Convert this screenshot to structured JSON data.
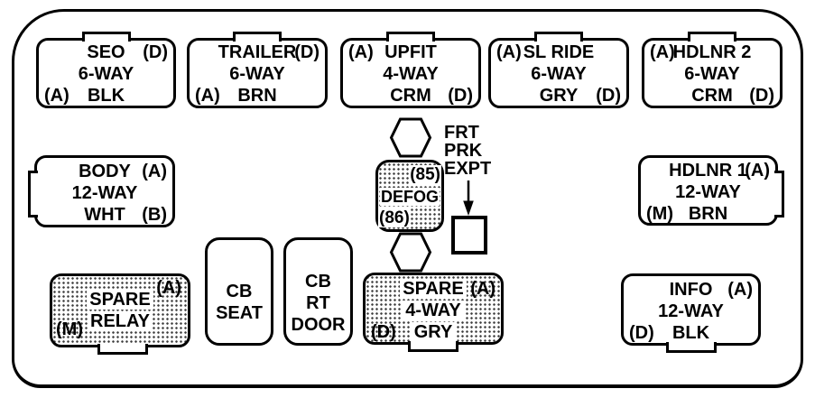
{
  "title": "Center instrument panel fuse block connector diagram",
  "colors": {
    "line": "#000000",
    "background": "#ffffff"
  },
  "blocks": {
    "seo": {
      "l1": "SEO",
      "l1r": "(D)",
      "l2": "6-WAY",
      "l3l": "(A)",
      "l3": "BLK"
    },
    "trailer": {
      "l1": "TRAILER",
      "l1r": "(D)",
      "l2": "6-WAY",
      "l3l": "(A)",
      "l3": "BRN"
    },
    "upfit": {
      "l1l": "(A)",
      "l1": "UPFIT",
      "l2": "4-WAY",
      "l3": "CRM",
      "l3r": "(D)"
    },
    "sl_ride": {
      "l1l": "(A)",
      "l1": "SL RIDE",
      "l2": "6-WAY",
      "l3": "GRY",
      "l3r": "(D)"
    },
    "hdlnr2": {
      "l1l": "(A)",
      "l1": "HDLNR 2",
      "l2": "6-WAY",
      "l3": "CRM",
      "l3r": "(D)"
    },
    "body": {
      "l1": "BODY",
      "l1r": "(A)",
      "l2": "12-WAY",
      "l3": "WHT",
      "l3r": "(B)"
    },
    "hdlnr1": {
      "l1": "HDLNR 1",
      "l1r": "(A)",
      "l2": "12-WAY",
      "l3l": "(M)",
      "l3": "BRN"
    },
    "defog": {
      "l1": "(85)",
      "l2": "DEFOG",
      "l3": "(86)"
    },
    "spare_relay": {
      "tr": "(A)",
      "l1": "SPARE",
      "l2": "RELAY",
      "bl": "(M)"
    },
    "cb_seat": {
      "l1": "CB",
      "l2": "SEAT"
    },
    "cb_rt_door": {
      "l1": "CB",
      "l2": "RT",
      "l3": "DOOR"
    },
    "spare_4way": {
      "l1": "SPARE",
      "l1r": "(A)",
      "l2": "4-WAY",
      "l3l": "(D)",
      "l3": "GRY"
    },
    "info": {
      "l1": "INFO",
      "l1r": "(A)",
      "l2": "12-WAY",
      "l3l": "(D)",
      "l3": "BLK"
    }
  },
  "labels": {
    "frt_prk_expt": {
      "l1": "FRT",
      "l2": "PRK",
      "l3": "EXPT"
    }
  }
}
